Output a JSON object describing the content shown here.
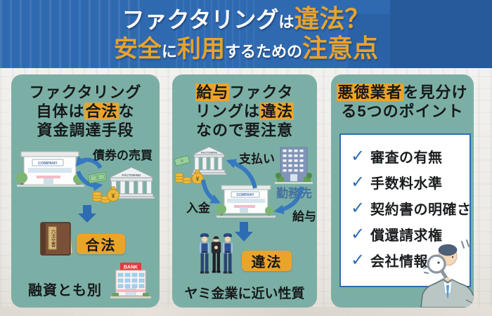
{
  "colors": {
    "header_bg": "#2f6ab1",
    "accent_gold": "#eba42a",
    "panel_teal": "#7bafa6",
    "check_blue": "#2d6cb3",
    "arrow_blue": "#3679c0",
    "text_dark": "#17191a"
  },
  "icons": {
    "check": "✓",
    "yen": "¥"
  },
  "header": {
    "line1": {
      "part1": "ファクタリング",
      "part2": "は",
      "part3": "違法？"
    },
    "line2": {
      "part1": "安全",
      "part2": "に",
      "part3": "利用",
      "part4": "するための",
      "part5": "注意点"
    }
  },
  "panel_legal": {
    "title": {
      "line1": "ファクタリング",
      "line2_pre": "自体は",
      "line2_hl": "合法",
      "line2_post": "な",
      "line3": "資金調達手段"
    },
    "diagram_label": "債券の売買",
    "company_sign": "COMPANY",
    "factoring_sign": "FACTORING",
    "book_label": "六法全書",
    "badge": "合法",
    "note": "融資とも別",
    "bank_sign": "BANK"
  },
  "panel_salary": {
    "title": {
      "line1_hl": "給与",
      "line1_post": "ファクタ",
      "line2_pre": "リングは",
      "line2_hl": "違法",
      "line3": "なので要注意"
    },
    "factoring_sign": "FACTORING",
    "company_sign": "COMPANY",
    "label_payment": "支払い",
    "label_employer": "勤務先",
    "label_deposit": "入金",
    "label_salary": "給与",
    "badge": "違法",
    "note": "ヤミ金業に近い性質"
  },
  "panel_points": {
    "title": {
      "line1_hl": "悪徳業者",
      "line1_post": "を見分け",
      "line2": "る5つのポイント"
    },
    "items": [
      "審査の有無",
      "手数料水準",
      "契約書の明確さ",
      "償還請求権",
      "会社情報"
    ]
  }
}
